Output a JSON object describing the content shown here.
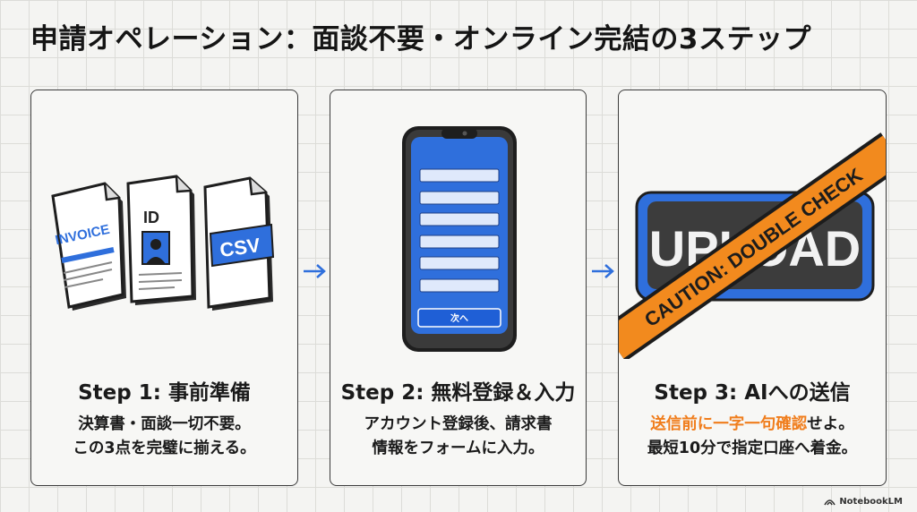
{
  "title": "申請オペレーション：面談不要・オンライン完結の3ステップ",
  "steps": [
    {
      "heading": "Step 1: 事前準備",
      "desc_line1": "決算書・面談一切不要。",
      "desc_line2": "この3点を完璧に揃える。",
      "doc_labels": {
        "invoice": "INVOICE",
        "id": "ID",
        "csv": "CSV"
      }
    },
    {
      "heading": "Step 2: 無料登録＆入力",
      "desc_line1": "アカウント登録後、請求書",
      "desc_line2": "情報をフォームに入力。",
      "next_button": "次へ"
    },
    {
      "heading": "Step 3: AIへの送信",
      "desc_highlight": "送信前に一字一句確認",
      "desc_line1_rest": "せよ。",
      "desc_line2": "最短10分で指定口座へ着金。",
      "upload_label": "UPLOAD",
      "caution_tape": "CAUTION: DOUBLE CHECK"
    }
  ],
  "brand": "NotebookLM",
  "colors": {
    "accent_blue": "#2f6fdc",
    "highlight_orange": "#f07d1c",
    "ink": "#1a1a1a"
  }
}
